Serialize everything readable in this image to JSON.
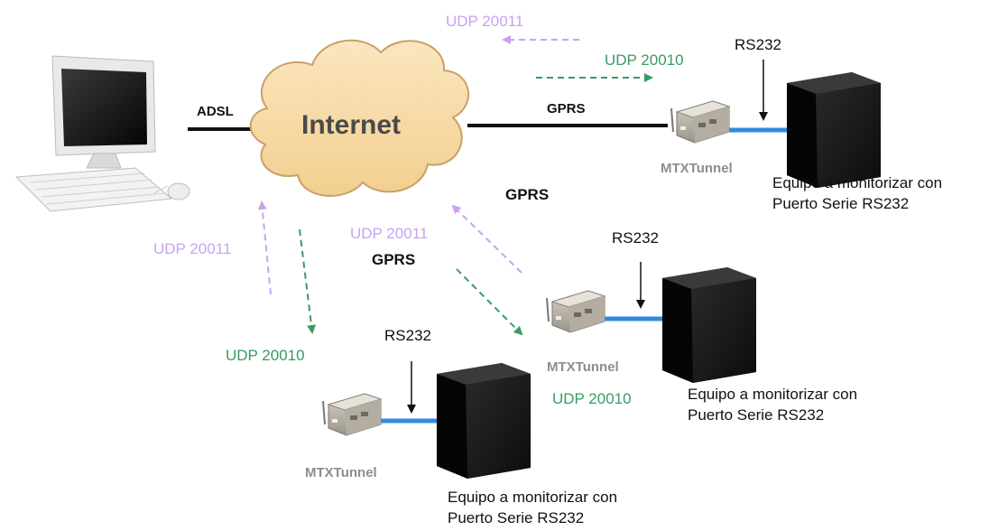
{
  "colors": {
    "udp_out": "#c9a3f0",
    "udp_in": "#3a9a64",
    "serial_cable": "#2f8be0",
    "cloud_fill": "#f7d9a4",
    "cloud_stroke": "#c9a06a",
    "device_box": "#1b1b1b"
  },
  "internet": {
    "label": "Internet"
  },
  "links": {
    "adsl_label": "ADSL",
    "gprs_top_label": "GPRS",
    "gprs_mid_label": "GPRS",
    "gprs_lower_label": "GPRS"
  },
  "udp": {
    "top_out": "UDP 20011",
    "top_in": "UDP 20010",
    "left_out": "UDP 20011",
    "left_in": "UDP 20010",
    "mid_out": "UDP 20011",
    "mid_in": "UDP 20010"
  },
  "nodes": [
    {
      "modem_label": "MTXTunnel",
      "serial_label": "RS232",
      "equipment_line1": "Equipo a monitorizar con",
      "equipment_line2": "Puerto Serie RS232"
    },
    {
      "modem_label": "MTXTunnel",
      "serial_label": "RS232",
      "equipment_line1": "Equipo a monitorizar con",
      "equipment_line2": "Puerto Serie RS232"
    },
    {
      "modem_label": "MTXTunnel",
      "serial_label": "RS232",
      "equipment_line1": "Equipo a monitorizar con",
      "equipment_line2": "Puerto Serie RS232"
    }
  ]
}
